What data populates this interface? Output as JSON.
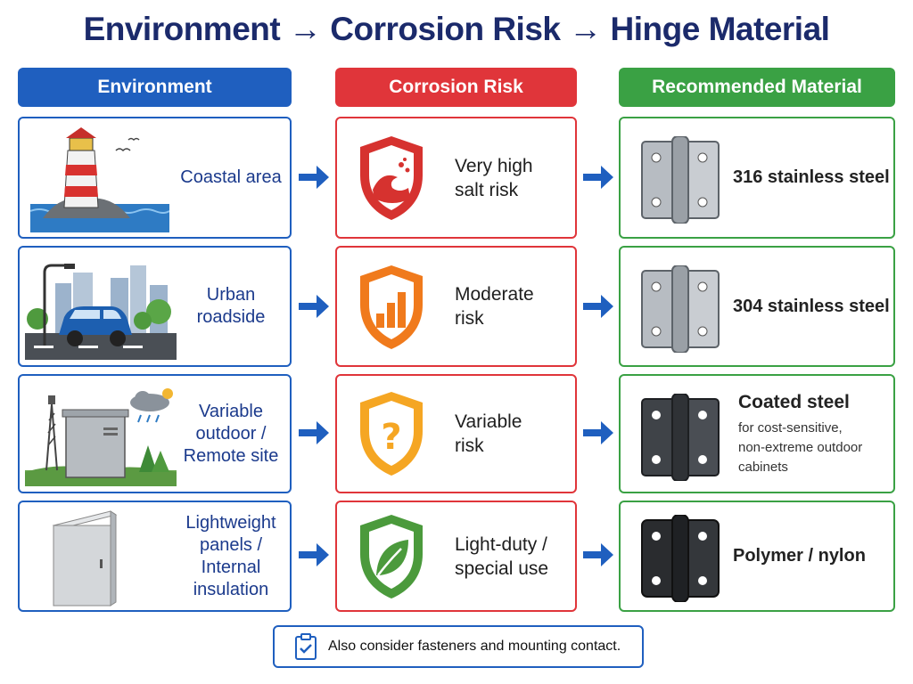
{
  "title": "Environment → Corrosion Risk → Hinge Material",
  "headers": {
    "environment": "Environment",
    "risk": "Corrosion Risk",
    "material": "Recommended Material"
  },
  "colors": {
    "title": "#1b2a6b",
    "environment": "#1f5fbf",
    "risk": "#e0353a",
    "material": "#3aa144",
    "arrow": "#1f5fbf"
  },
  "rows": [
    {
      "environment": "Coastal area",
      "environment_icon": "lighthouse-icon",
      "risk": "Very high\nsalt risk",
      "risk_icon": "wave-shield-icon",
      "material": "316 stainless steel",
      "material_note": "",
      "material_icon": "stainless-hinge-icon"
    },
    {
      "environment": "Urban\nroadside",
      "environment_icon": "city-car-icon",
      "risk": "Moderate\nrisk",
      "risk_icon": "bar-chart-shield-icon",
      "material": "304 stainless steel",
      "material_note": "",
      "material_icon": "stainless-hinge-icon"
    },
    {
      "environment": "Variable\noutdoor /\nRemote site",
      "environment_icon": "cabinet-tower-icon",
      "risk": "Variable\nrisk",
      "risk_icon": "question-shield-icon",
      "material": "Coated steel",
      "material_note": "for cost-sensitive,\nnon-extreme outdoor\ncabinets",
      "material_icon": "coated-hinge-icon"
    },
    {
      "environment": "Lightweight\npanels /\nInternal\ninsulation",
      "environment_icon": "panel-icon",
      "risk": "Light-duty /\nspecial use",
      "risk_icon": "leaf-shield-icon",
      "material": "Polymer / nylon",
      "material_note": "",
      "material_icon": "polymer-hinge-icon"
    }
  ],
  "note": "Also consider fasteners and mounting contact."
}
